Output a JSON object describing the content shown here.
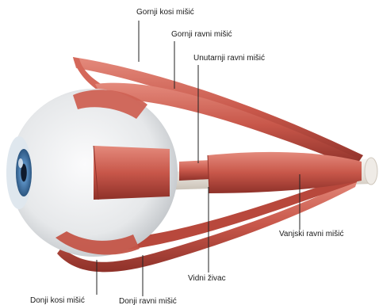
{
  "labels": {
    "superior_oblique": "Gornji kosi mišić",
    "superior_rectus": "Gornji ravni mišić",
    "medial_rectus": "Unutarnji ravni mišić",
    "lateral_rectus": "Vanjski ravni mišić",
    "optic_nerve": "Vidni živac",
    "inferior_oblique": "Donji kosi mišić",
    "inferior_rectus": "Donji ravni mišić"
  },
  "colors": {
    "muscle": "#c8574a",
    "muscle_dark": "#a23f35",
    "muscle_light": "#e48a7c",
    "sclera": "#eceef0",
    "nerve": "#e8e4de",
    "iris": "#3d73a6",
    "pupil": "#0e1a2c",
    "pointer": "#222222"
  },
  "icons": [
    "eye-illustration"
  ]
}
